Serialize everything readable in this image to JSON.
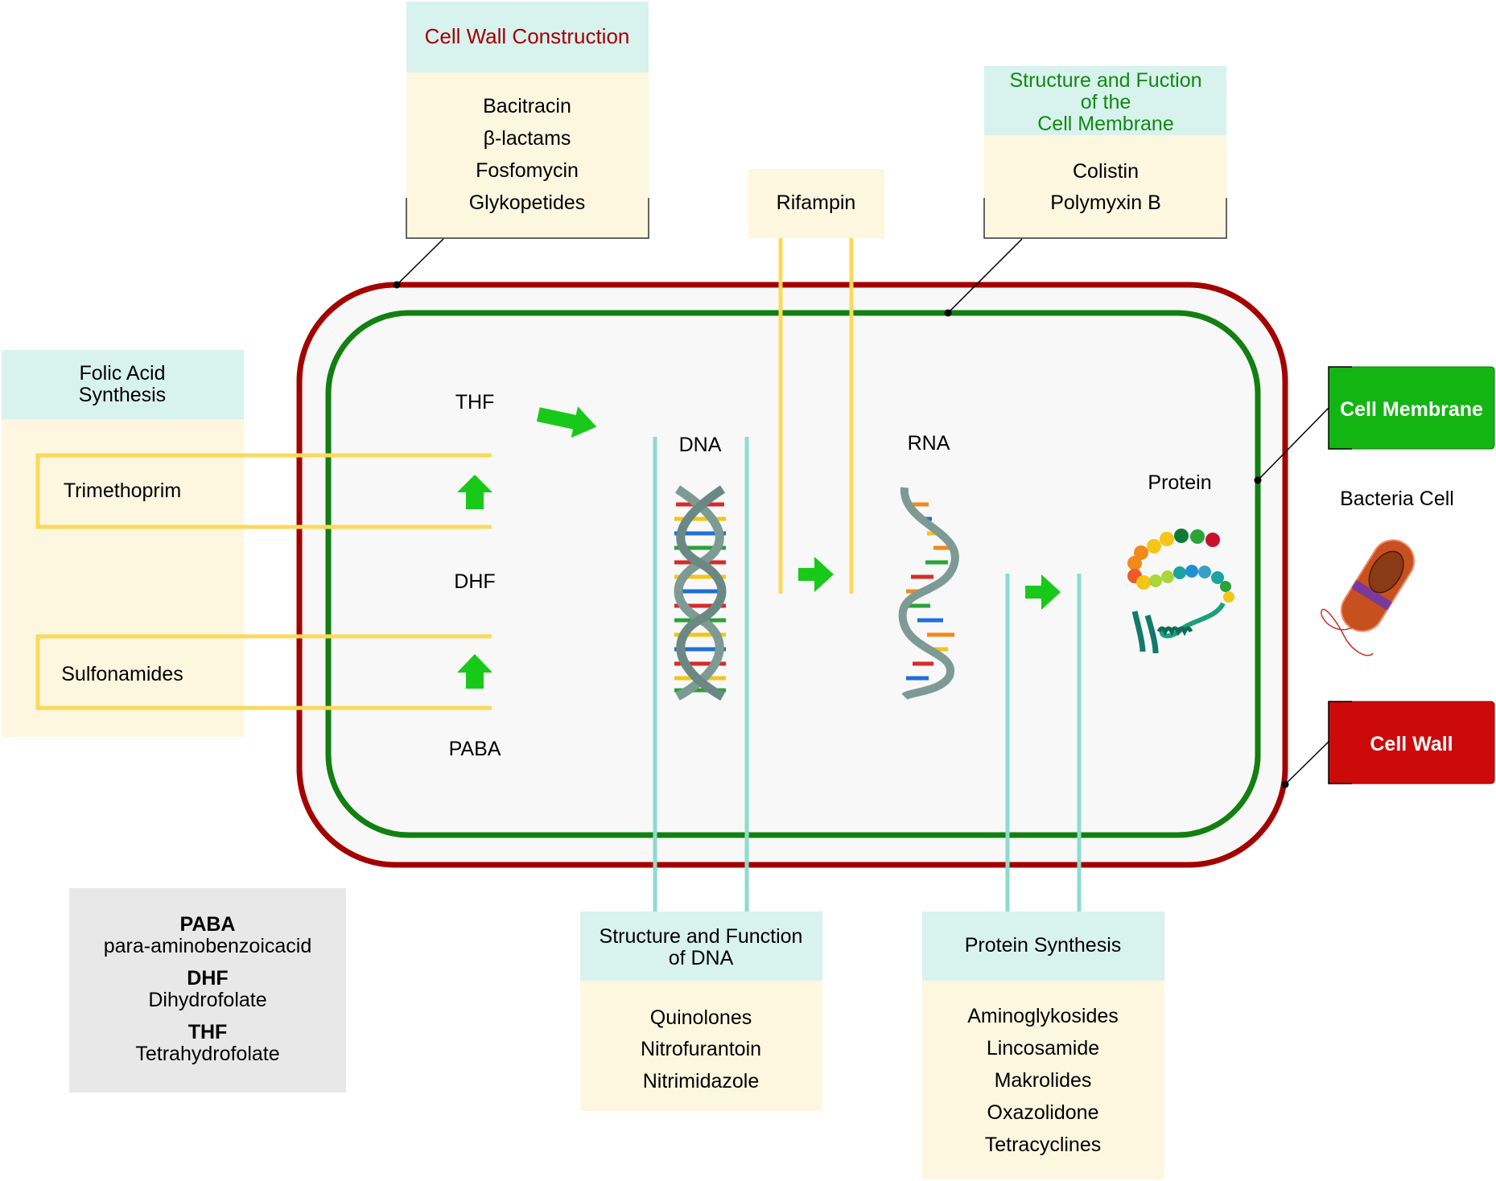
{
  "colors": {
    "cell_wall": "#a40000",
    "cell_membrane": "#118011",
    "header_bg": "#d8f2ee",
    "body_bg": "#fdf7df",
    "legend_bg": "#e8e8e8",
    "arrow": "#19c919",
    "yellow_line": "#fbd95a",
    "teal_line": "#8ddccb",
    "cell_interior": "#f8f8f8"
  },
  "cell_wall_box": {
    "title": "Cell Wall Construction",
    "items": [
      "Bacitracin",
      "β-lactams",
      "Fosfomycin",
      "Glykopetides"
    ]
  },
  "rifampin_box": {
    "label": "Rifampin"
  },
  "membrane_box": {
    "title_lines": [
      "Structure and Fuction",
      "of the",
      "Cell Membrane"
    ],
    "items": [
      "Colistin",
      "Polymyxin B"
    ]
  },
  "folic_box": {
    "title_lines": [
      "Folic Acid",
      "Synthesis"
    ],
    "items": [
      "Trimethoprim",
      "Sulfonamides"
    ]
  },
  "pathway": {
    "thf": "THF",
    "dhf": "DHF",
    "paba": "PABA",
    "dna": "DNA",
    "rna": "RNA",
    "protein": "Protein"
  },
  "legend_right": {
    "cell_membrane": "Cell Membrane",
    "bacteria_cell": "Bacteria Cell",
    "cell_wall": "Cell Wall"
  },
  "dna_box": {
    "title_lines": [
      "Structure and Function",
      "of DNA"
    ],
    "items": [
      "Quinolones",
      "Nitrofurantoin",
      "Nitrimidazole"
    ]
  },
  "protein_box": {
    "title": "Protein Synthesis",
    "items": [
      "Aminoglykosides",
      "Lincosamide",
      "Makrolides",
      "Oxazolidone",
      "Tetracyclines"
    ]
  },
  "abbrev_box": {
    "entries": [
      {
        "abbr": "PABA",
        "full": "para-aminobenzoicacid"
      },
      {
        "abbr": "DHF",
        "full": "Dihydrofolate"
      },
      {
        "abbr": "THF",
        "full": "Tetrahydrofolate"
      }
    ]
  }
}
